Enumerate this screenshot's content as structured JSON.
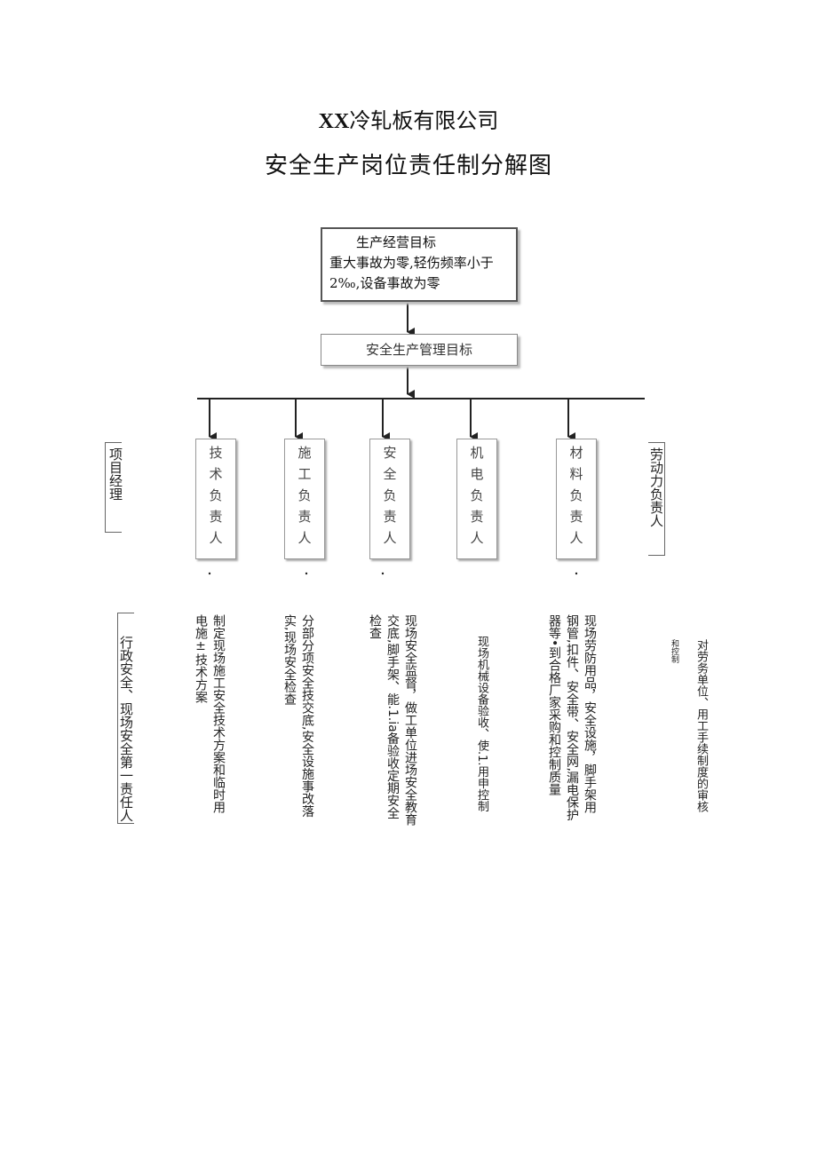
{
  "header": {
    "company_prefix": "XX",
    "company_rest": "冷轧板有限公司",
    "doc_title": "安全生产岗位责任制分解图"
  },
  "top_box": {
    "line1": "生产经营目标",
    "line2": "重大事故为零,轻伤频率小于",
    "line3": "2‰,设备事故为零"
  },
  "mgmt_box": {
    "label": "安全生产管理目标"
  },
  "roles": [
    {
      "label": "技术负责人"
    },
    {
      "label": "施工负责人"
    },
    {
      "label": "安全负责人"
    },
    {
      "label": "机电负责人"
    },
    {
      "label": "材料负责人"
    }
  ],
  "side_labels": {
    "project_manager": "项目经理",
    "labor_manager": "劳动力负责人",
    "admin_duty": "行政安全、现场安全第一责任人"
  },
  "duties": {
    "labor": [
      "对劳务单位、用工手续制度的审核",
      "和控制"
    ],
    "materials": [
      "现场劳防用品，安全设施，脚手架用",
      "钢管,扣件、安全带、安全网,漏电保护",
      "器等•到合格厂家采购和控制质量"
    ],
    "electromech": [
      "现场机械设备验收、使.1.用申控制"
    ],
    "safety": [
      "现场安全监督，做工单位进场安全教育",
      "交底,脚手架、能.1.ia备验收定期安全",
      "检查"
    ],
    "construction": [
      "分部分项安全技交底,安全设施事改落",
      "实,现场安全检查"
    ],
    "technical": [
      "制定现场施工安全技术方案和临时用",
      "电施±技术方案"
    ]
  }
}
